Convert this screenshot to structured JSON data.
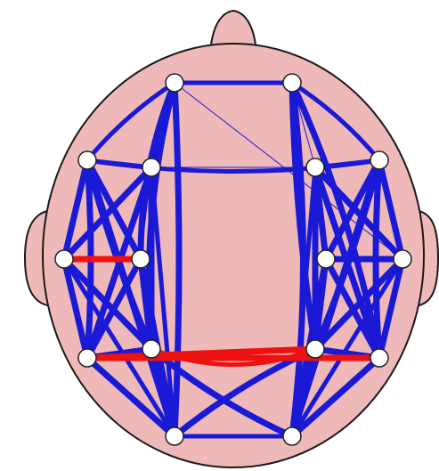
{
  "colors": {
    "head_fill": "#efb9b9",
    "head_stroke": "#1a1a1a",
    "connection_primary": "#1a1ad6",
    "connection_highlight": "#ee1111",
    "electrode_fill": "#ffffff",
    "electrode_stroke": "#222222"
  },
  "electrodes": [
    {
      "id": "e1"
    },
    {
      "id": "e2"
    },
    {
      "id": "e3"
    },
    {
      "id": "e4"
    },
    {
      "id": "e5"
    },
    {
      "id": "e6"
    },
    {
      "id": "e7"
    },
    {
      "id": "e8"
    },
    {
      "id": "e9"
    },
    {
      "id": "e10"
    },
    {
      "id": "e11"
    },
    {
      "id": "e12"
    },
    {
      "id": "e13"
    },
    {
      "id": "e14"
    },
    {
      "id": "e15"
    },
    {
      "id": "e16"
    }
  ],
  "connections": [
    {
      "from": "e1",
      "to": "e2",
      "color": "primary",
      "strength": 3,
      "bend": 0
    },
    {
      "from": "e1",
      "to": "e5",
      "color": "primary",
      "strength": 3,
      "bend": 0
    },
    {
      "from": "e1",
      "to": "e3",
      "color": "primary",
      "strength": 3,
      "bend": 10
    },
    {
      "from": "e1",
      "to": "e9",
      "color": "primary",
      "strength": 4,
      "bend": 20
    },
    {
      "from": "e1",
      "to": "e13",
      "color": "primary",
      "strength": 4,
      "bend": 25
    },
    {
      "from": "e1",
      "to": "e15",
      "color": "primary",
      "strength": 4,
      "bend": -10
    },
    {
      "from": "e1",
      "to": "e8",
      "color": "primary",
      "strength": 1,
      "bend": 0
    },
    {
      "from": "e2",
      "to": "e6",
      "color": "primary",
      "strength": 1,
      "bend": 0
    },
    {
      "from": "e2",
      "to": "e4",
      "color": "primary",
      "strength": 3,
      "bend": -10
    },
    {
      "from": "e2",
      "to": "e12",
      "color": "primary",
      "strength": 4,
      "bend": -20
    },
    {
      "from": "e2",
      "to": "e16",
      "color": "primary",
      "strength": 4,
      "bend": -25
    },
    {
      "from": "e2",
      "to": "e14",
      "color": "primary",
      "strength": 4,
      "bend": 10
    },
    {
      "from": "e3",
      "to": "e4",
      "color": "primary",
      "strength": 3,
      "bend": 25
    },
    {
      "from": "e3",
      "to": "e5",
      "color": "primary",
      "strength": 3,
      "bend": 0
    },
    {
      "from": "e3",
      "to": "e7",
      "color": "primary",
      "strength": 4,
      "bend": 0
    },
    {
      "from": "e3",
      "to": "e9",
      "color": "primary",
      "strength": 4,
      "bend": 0
    },
    {
      "from": "e3",
      "to": "e11",
      "color": "primary",
      "strength": 4,
      "bend": -8
    },
    {
      "from": "e3",
      "to": "e13",
      "color": "primary",
      "strength": 4,
      "bend": 8
    },
    {
      "from": "e3",
      "to": "e15",
      "color": "primary",
      "strength": 4,
      "bend": 0
    },
    {
      "from": "e4",
      "to": "e6",
      "color": "primary",
      "strength": 3,
      "bend": 0
    },
    {
      "from": "e4",
      "to": "e8",
      "color": "primary",
      "strength": 4,
      "bend": 0
    },
    {
      "from": "e4",
      "to": "e10",
      "color": "primary",
      "strength": 4,
      "bend": 0
    },
    {
      "from": "e4",
      "to": "e12",
      "color": "primary",
      "strength": 4,
      "bend": 8
    },
    {
      "from": "e4",
      "to": "e14",
      "color": "primary",
      "strength": 4,
      "bend": -8
    },
    {
      "from": "e4",
      "to": "e16",
      "color": "primary",
      "strength": 4,
      "bend": 0
    },
    {
      "from": "e5",
      "to": "e6",
      "color": "primary",
      "strength": 1,
      "bend": 0
    },
    {
      "from": "e5",
      "to": "e7",
      "color": "primary",
      "strength": 4,
      "bend": 0
    },
    {
      "from": "e5",
      "to": "e9",
      "color": "primary",
      "strength": 1,
      "bend": 0
    },
    {
      "from": "e5",
      "to": "e11",
      "color": "primary",
      "strength": 4,
      "bend": 0
    },
    {
      "from": "e5",
      "to": "e13",
      "color": "primary",
      "strength": 4,
      "bend": 0
    },
    {
      "from": "e5",
      "to": "e15",
      "color": "primary",
      "strength": 3,
      "bend": 0
    },
    {
      "from": "e6",
      "to": "e8",
      "color": "primary",
      "strength": 4,
      "bend": 0
    },
    {
      "from": "e6",
      "to": "e10",
      "color": "primary",
      "strength": 4,
      "bend": 0
    },
    {
      "from": "e6",
      "to": "e12",
      "color": "primary",
      "strength": 4,
      "bend": 0
    },
    {
      "from": "e6",
      "to": "e14",
      "color": "primary",
      "strength": 4,
      "bend": 0
    },
    {
      "from": "e6",
      "to": "e16",
      "color": "primary",
      "strength": 3,
      "bend": 0
    },
    {
      "from": "e7",
      "to": "e9",
      "color": "highlight",
      "strength": 4,
      "bend": 0
    },
    {
      "from": "e7",
      "to": "e11",
      "color": "primary",
      "strength": 4,
      "bend": 0
    },
    {
      "from": "e7",
      "to": "e13",
      "color": "primary",
      "strength": 4,
      "bend": 0
    },
    {
      "from": "e7",
      "to": "e15",
      "color": "primary",
      "strength": 3,
      "bend": 0
    },
    {
      "from": "e8",
      "to": "e10",
      "color": "primary",
      "strength": 4,
      "bend": 0
    },
    {
      "from": "e8",
      "to": "e12",
      "color": "primary",
      "strength": 4,
      "bend": 0
    },
    {
      "from": "e8",
      "to": "e14",
      "color": "primary",
      "strength": 4,
      "bend": 0
    },
    {
      "from": "e8",
      "to": "e16",
      "color": "primary",
      "strength": 3,
      "bend": 0
    },
    {
      "from": "e9",
      "to": "e11",
      "color": "primary",
      "strength": 4,
      "bend": 0
    },
    {
      "from": "e9",
      "to": "e13",
      "color": "primary",
      "strength": 4,
      "bend": 0
    },
    {
      "from": "e9",
      "to": "e15",
      "color": "primary",
      "strength": 4,
      "bend": 0
    },
    {
      "from": "e10",
      "to": "e12",
      "color": "primary",
      "strength": 4,
      "bend": 0
    },
    {
      "from": "e10",
      "to": "e14",
      "color": "primary",
      "strength": 4,
      "bend": 0
    },
    {
      "from": "e10",
      "to": "e16",
      "color": "primary",
      "strength": 4,
      "bend": 0
    },
    {
      "from": "e11",
      "to": "e12",
      "color": "highlight",
      "strength": 4,
      "bend": 0
    },
    {
      "from": "e11",
      "to": "e14",
      "color": "highlight",
      "strength": 4,
      "bend": 0
    },
    {
      "from": "e11",
      "to": "e13",
      "color": "primary",
      "strength": 4,
      "bend": 0
    },
    {
      "from": "e11",
      "to": "e15",
      "color": "primary",
      "strength": 4,
      "bend": 0
    },
    {
      "from": "e12",
      "to": "e16",
      "color": "primary",
      "strength": 4,
      "bend": 0
    },
    {
      "from": "e12",
      "to": "e14",
      "color": "primary",
      "strength": 4,
      "bend": 0
    },
    {
      "from": "e13",
      "to": "e14",
      "color": "highlight",
      "strength": 3,
      "bend": 35
    },
    {
      "from": "e13",
      "to": "e15",
      "color": "primary",
      "strength": 4,
      "bend": 0
    },
    {
      "from": "e14",
      "to": "e16",
      "color": "primary",
      "strength": 4,
      "bend": 0
    },
    {
      "from": "e15",
      "to": "e16",
      "color": "primary",
      "strength": 3,
      "bend": 0
    },
    {
      "from": "e13",
      "to": "e16",
      "color": "primary",
      "strength": 4,
      "bend": 12
    },
    {
      "from": "e15",
      "to": "e14",
      "color": "primary",
      "strength": 4,
      "bend": -12
    }
  ]
}
